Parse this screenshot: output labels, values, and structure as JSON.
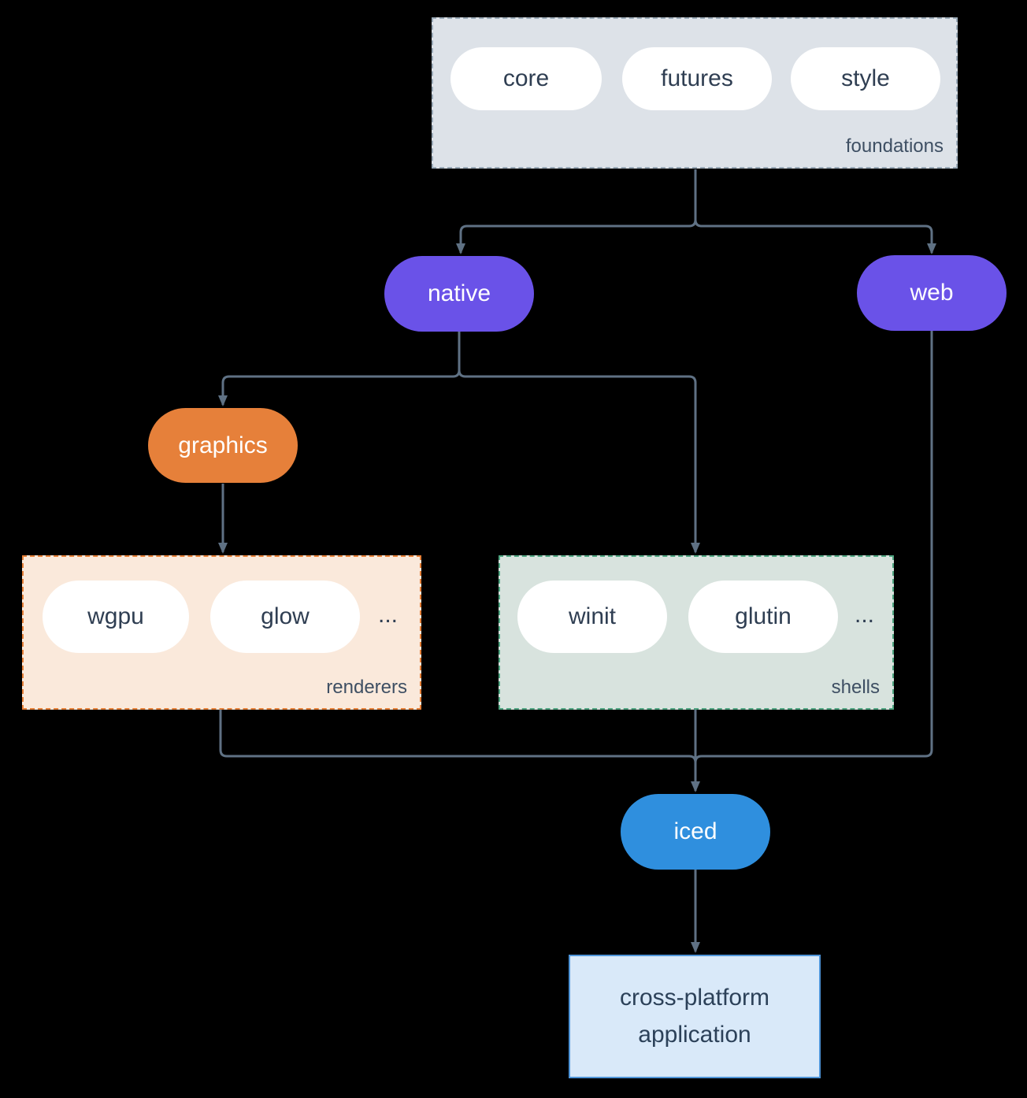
{
  "colors": {
    "background": "#000000",
    "line": "#5f7184",
    "pill_text_dark": "#2f3e52",
    "group_label_text": "#3e4f63",
    "foundations_fill": "#dde2e8",
    "foundations_border": "#9aaab8",
    "renderers_fill": "#fae9db",
    "renderers_border": "#e68038",
    "shells_fill": "#d8e3de",
    "shells_border": "#4fa581",
    "purple_node": "#6a52e8",
    "orange_node": "#e6803a",
    "blue_node": "#2f8fde",
    "app_fill": "#d9e9f9",
    "app_border": "#4e94d8",
    "app_text": "#2c4159"
  },
  "foundations": {
    "label": "foundations",
    "pills": [
      {
        "label": "core"
      },
      {
        "label": "futures"
      },
      {
        "label": "style"
      }
    ]
  },
  "nodes": {
    "native": "native",
    "web": "web",
    "graphics": "graphics",
    "iced": "iced"
  },
  "renderers": {
    "label": "renderers",
    "ellipsis": "...",
    "pills": [
      {
        "label": "wgpu"
      },
      {
        "label": "glow"
      }
    ]
  },
  "shells": {
    "label": "shells",
    "ellipsis": "...",
    "pills": [
      {
        "label": "winit"
      },
      {
        "label": "glutin"
      }
    ]
  },
  "app": {
    "line1": "cross-platform",
    "line2": "application"
  }
}
